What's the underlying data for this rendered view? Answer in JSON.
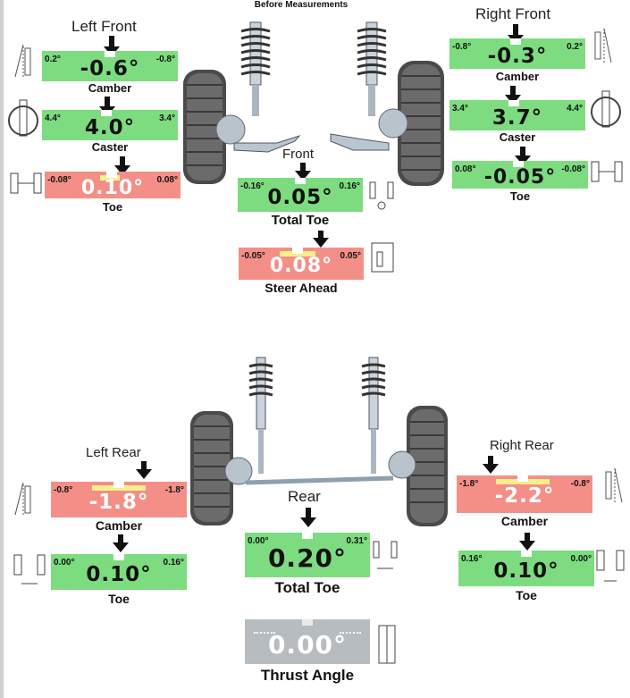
{
  "page": {
    "title": "Before Measurements"
  },
  "front": {
    "section_label": "Front",
    "left_label": "Left Front",
    "right_label": "Right Front",
    "left_camber": {
      "value": "-0.6°",
      "min": "0.2°",
      "max": "-0.8°",
      "caption": "Camber"
    },
    "left_caster": {
      "value": "4.0°",
      "min": "4.4°",
      "max": "3.4°",
      "caption": "Caster"
    },
    "left_toe": {
      "value": "0.10°",
      "min": "-0.08°",
      "max": "0.08°",
      "caption": "Toe"
    },
    "right_camber": {
      "value": "-0.3°",
      "min": "-0.8°",
      "max": "0.2°",
      "caption": "Camber"
    },
    "right_caster": {
      "value": "3.7°",
      "min": "3.4°",
      "max": "4.4°",
      "caption": "Caster"
    },
    "right_toe": {
      "value": "-0.05°",
      "min": "0.08°",
      "max": "-0.08°",
      "caption": "Toe"
    },
    "total_toe": {
      "value": "0.05°",
      "min": "-0.16°",
      "max": "0.16°",
      "caption": "Total Toe"
    },
    "steer_ahead": {
      "value": "0.08°",
      "min": "-0.05°",
      "max": "0.05°",
      "caption": "Steer Ahead"
    }
  },
  "rear": {
    "section_label": "Rear",
    "left_label": "Left Rear",
    "right_label": "Right Rear",
    "left_camber": {
      "value": "-1.8°",
      "min": "-0.8°",
      "max": "-1.8°",
      "caption": "Camber"
    },
    "left_toe": {
      "value": "0.10°",
      "min": "0.00°",
      "max": "0.16°",
      "caption": "Toe"
    },
    "right_camber": {
      "value": "-2.2°",
      "min": "-1.8°",
      "max": "-0.8°",
      "caption": "Camber"
    },
    "right_toe": {
      "value": "0.10°",
      "min": "0.16°",
      "max": "0.00°",
      "caption": "Toe"
    },
    "total_toe": {
      "value": "0.20°",
      "min": "0.00°",
      "max": "0.31°",
      "caption": "Total Toe"
    },
    "thrust_angle": {
      "value": "0.00°",
      "caption": "Thrust Angle"
    }
  },
  "colors": {
    "in_spec": "#7ddc7f",
    "out_of_spec": "#f48f88",
    "neutral": "#b7bcc1"
  }
}
